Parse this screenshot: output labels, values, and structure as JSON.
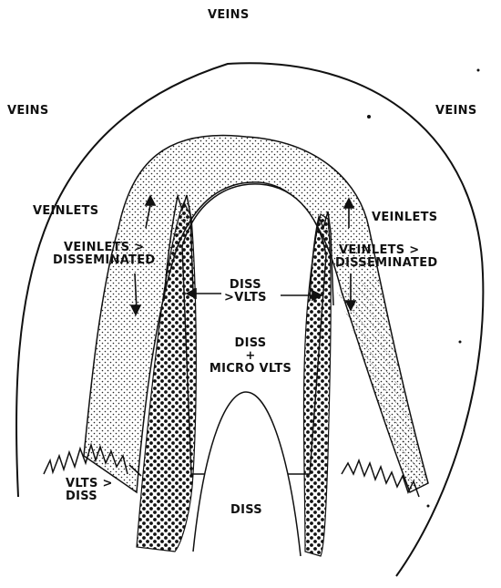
{
  "labels": {
    "veins_top": "VEINS",
    "veins_left": "VEINS",
    "veins_right": "VEINS",
    "veinlets_left": "VEINLETS",
    "veinlets_right": "VEINLETS",
    "veinlets_diss_left_1": "VEINLETS >",
    "veinlets_diss_left_2": "DISSEMINATED",
    "veinlets_diss_right_1": "VEINLETS >",
    "veinlets_diss_right_2": "DISSEMINATED",
    "diss_vlts_1": "DISS",
    "diss_vlts_2": ">VLTS",
    "diss_micro_1": "DISS",
    "diss_micro_2": "+",
    "diss_micro_3": "MICRO VLTS",
    "vlts_diss_1": "VLTS >",
    "vlts_diss_2": "DISS",
    "diss_bottom": "DISS"
  }
}
